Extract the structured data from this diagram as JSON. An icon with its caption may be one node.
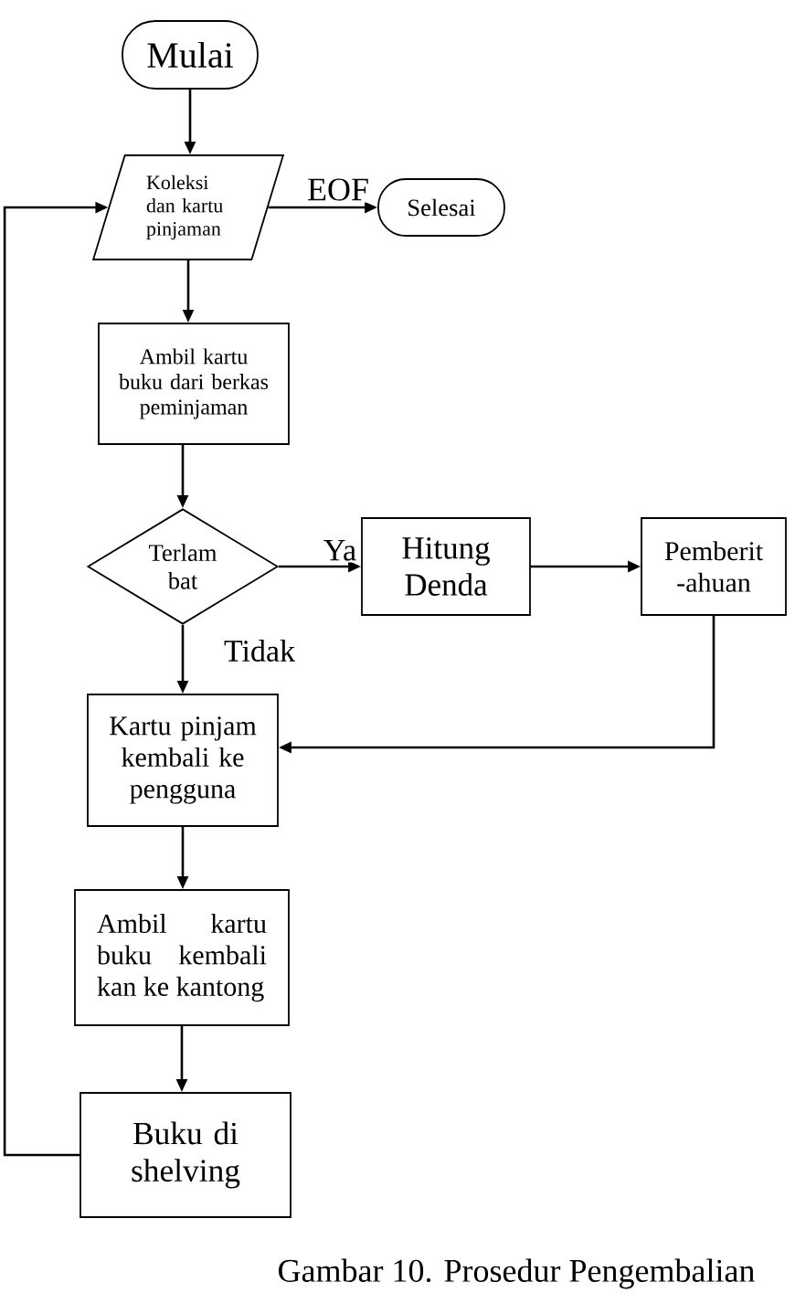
{
  "diagram": {
    "caption": "Gambar 10. Prosedur Pengembalian",
    "nodes": [
      {
        "text": [
          "Mulai"
        ]
      },
      {
        "text": [
          "Koleksi dan kartu pinjaman"
        ]
      },
      {
        "text": [
          "Selesai"
        ]
      },
      {
        "text": [
          "Ambil kartu buku dari berkas peminjaman"
        ]
      },
      {
        "text": [
          "Terlam bat"
        ]
      },
      {
        "text": [
          "Hitung Denda"
        ]
      },
      {
        "text": [
          "Pemberit -ahuan"
        ]
      },
      {
        "text": [
          "Kartu pinjam kembali ke pengguna"
        ]
      },
      {
        "text": [
          "Ambil kartu buku kembali kan ke kantong"
        ]
      },
      {
        "text": [
          "Buku di shelving"
        ]
      }
    ],
    "edges": [
      {
        "from": 0,
        "to": 1,
        "arrow": "to"
      },
      {
        "from": 1,
        "to": 2,
        "arrow": "to",
        "label": "EOF"
      },
      {
        "from": 1,
        "to": 3,
        "arrow": "to"
      },
      {
        "from": 3,
        "to": 4,
        "arrow": "to"
      },
      {
        "from": 4,
        "to": 5,
        "arrow": "to",
        "label": "Ya"
      },
      {
        "from": 5,
        "to": 6,
        "arrow": "to"
      },
      {
        "from": 6,
        "to": 7,
        "arrow": "to"
      },
      {
        "from": 4,
        "to": 7,
        "arrow": "to",
        "label": "Tidak"
      },
      {
        "from": 7,
        "to": 8,
        "arrow": "to"
      },
      {
        "from": 8,
        "to": 9,
        "arrow": "to"
      },
      {
        "from": 9,
        "to": 1,
        "arrow": "to"
      }
    ]
  }
}
